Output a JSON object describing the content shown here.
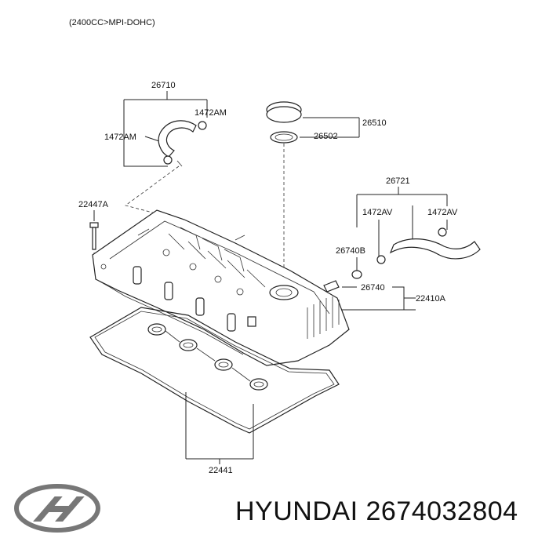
{
  "header": {
    "engine_note": "(2400CC>MPI-DOHC)"
  },
  "labels": {
    "p26710": "26710",
    "p1472AM_a": "1472AM",
    "p1472AM_b": "1472AM",
    "p26510": "26510",
    "p26502": "26502",
    "p26721": "26721",
    "p1472AV_a": "1472AV",
    "p1472AV_b": "1472AV",
    "p22447A": "22447A",
    "p26740B": "26740B",
    "p26740": "26740",
    "p22410A": "22410A",
    "p22441": "22441"
  },
  "footer": {
    "brand_part": "HYUNDAI 2674032804",
    "logo_icon": "hyundai-logo-icon"
  }
}
